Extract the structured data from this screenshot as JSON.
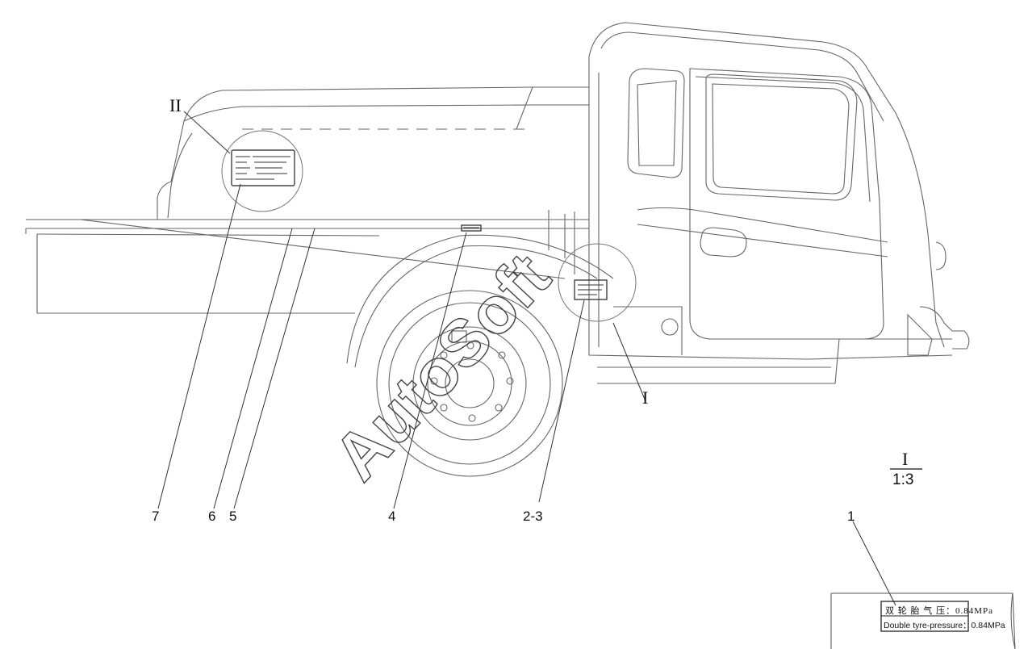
{
  "callouts": {
    "c1": "1",
    "c2_3": "2-3",
    "c4": "4",
    "c5": "5",
    "c6": "6",
    "c7": "7"
  },
  "detail_marks": {
    "detail_1": "I",
    "detail_2": "II"
  },
  "scale_note": {
    "detail": "I",
    "ratio": "1:3"
  },
  "pressure_label": {
    "line_cn": "双 轮 胎 气 压：0.84MPa",
    "line_en": "Double tyre-pressure：0.84MPa"
  },
  "watermark": "AutoSoft",
  "colors": {
    "line": "#555555",
    "ink": "#111111",
    "background": "#ffffff"
  }
}
